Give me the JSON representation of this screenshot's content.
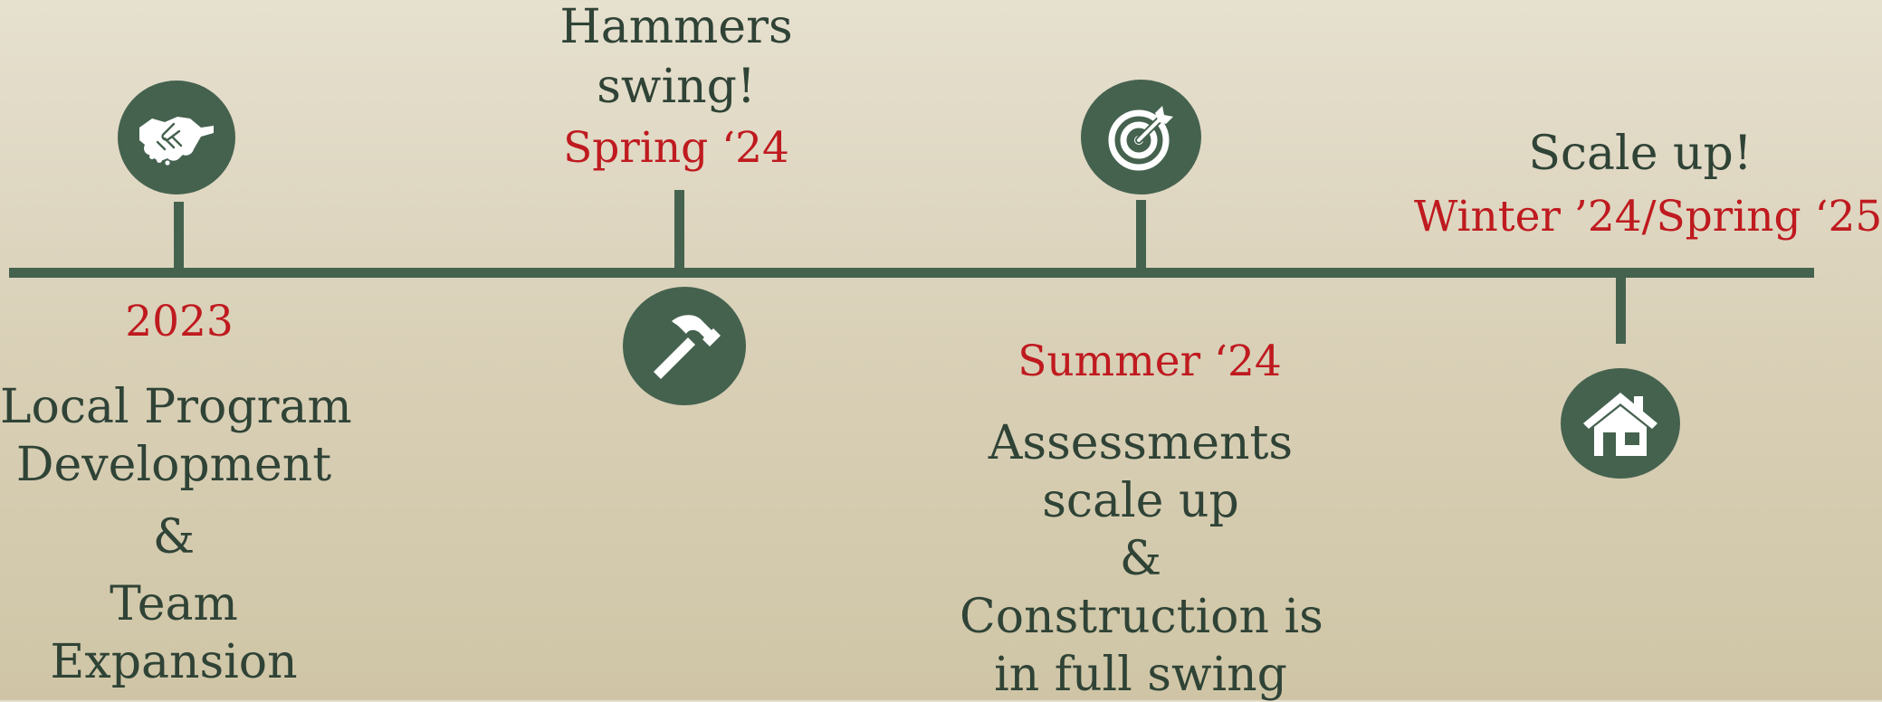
{
  "colors": {
    "accent_green": "#45624f",
    "date_red": "#bf1a1f",
    "text_dark": "#2f4336",
    "background": "#ddd5bf"
  },
  "milestones": [
    {
      "icon": "handshake-icon",
      "date": "2023",
      "lines": [
        "Local Program",
        "Development",
        "&",
        "Team",
        "Expansion"
      ]
    },
    {
      "icon": "hammer-icon",
      "date": "Spring ‘24",
      "lines": [
        "Hammers",
        "swing!"
      ]
    },
    {
      "icon": "target-icon",
      "date": "Summer ‘24",
      "lines": [
        "Assessments",
        "scale up",
        "&",
        "Construction is",
        "in full swing"
      ]
    },
    {
      "icon": "house-icon",
      "date": "Winter ’24/Spring ‘25",
      "lines": [
        "Scale up!"
      ]
    }
  ]
}
